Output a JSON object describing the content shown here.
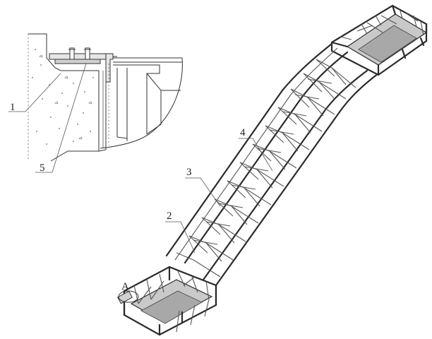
{
  "labels": {
    "part_1": "1",
    "part_5": "5",
    "part_4": "4",
    "part_3": "3",
    "part_2": "2",
    "detail_a": "A"
  },
  "colors": {
    "line": "#2b2b2b",
    "fill_light": "#e6e6e6",
    "fill_mid": "#c9c9c9",
    "fill_dark": "#9e9e9e"
  }
}
